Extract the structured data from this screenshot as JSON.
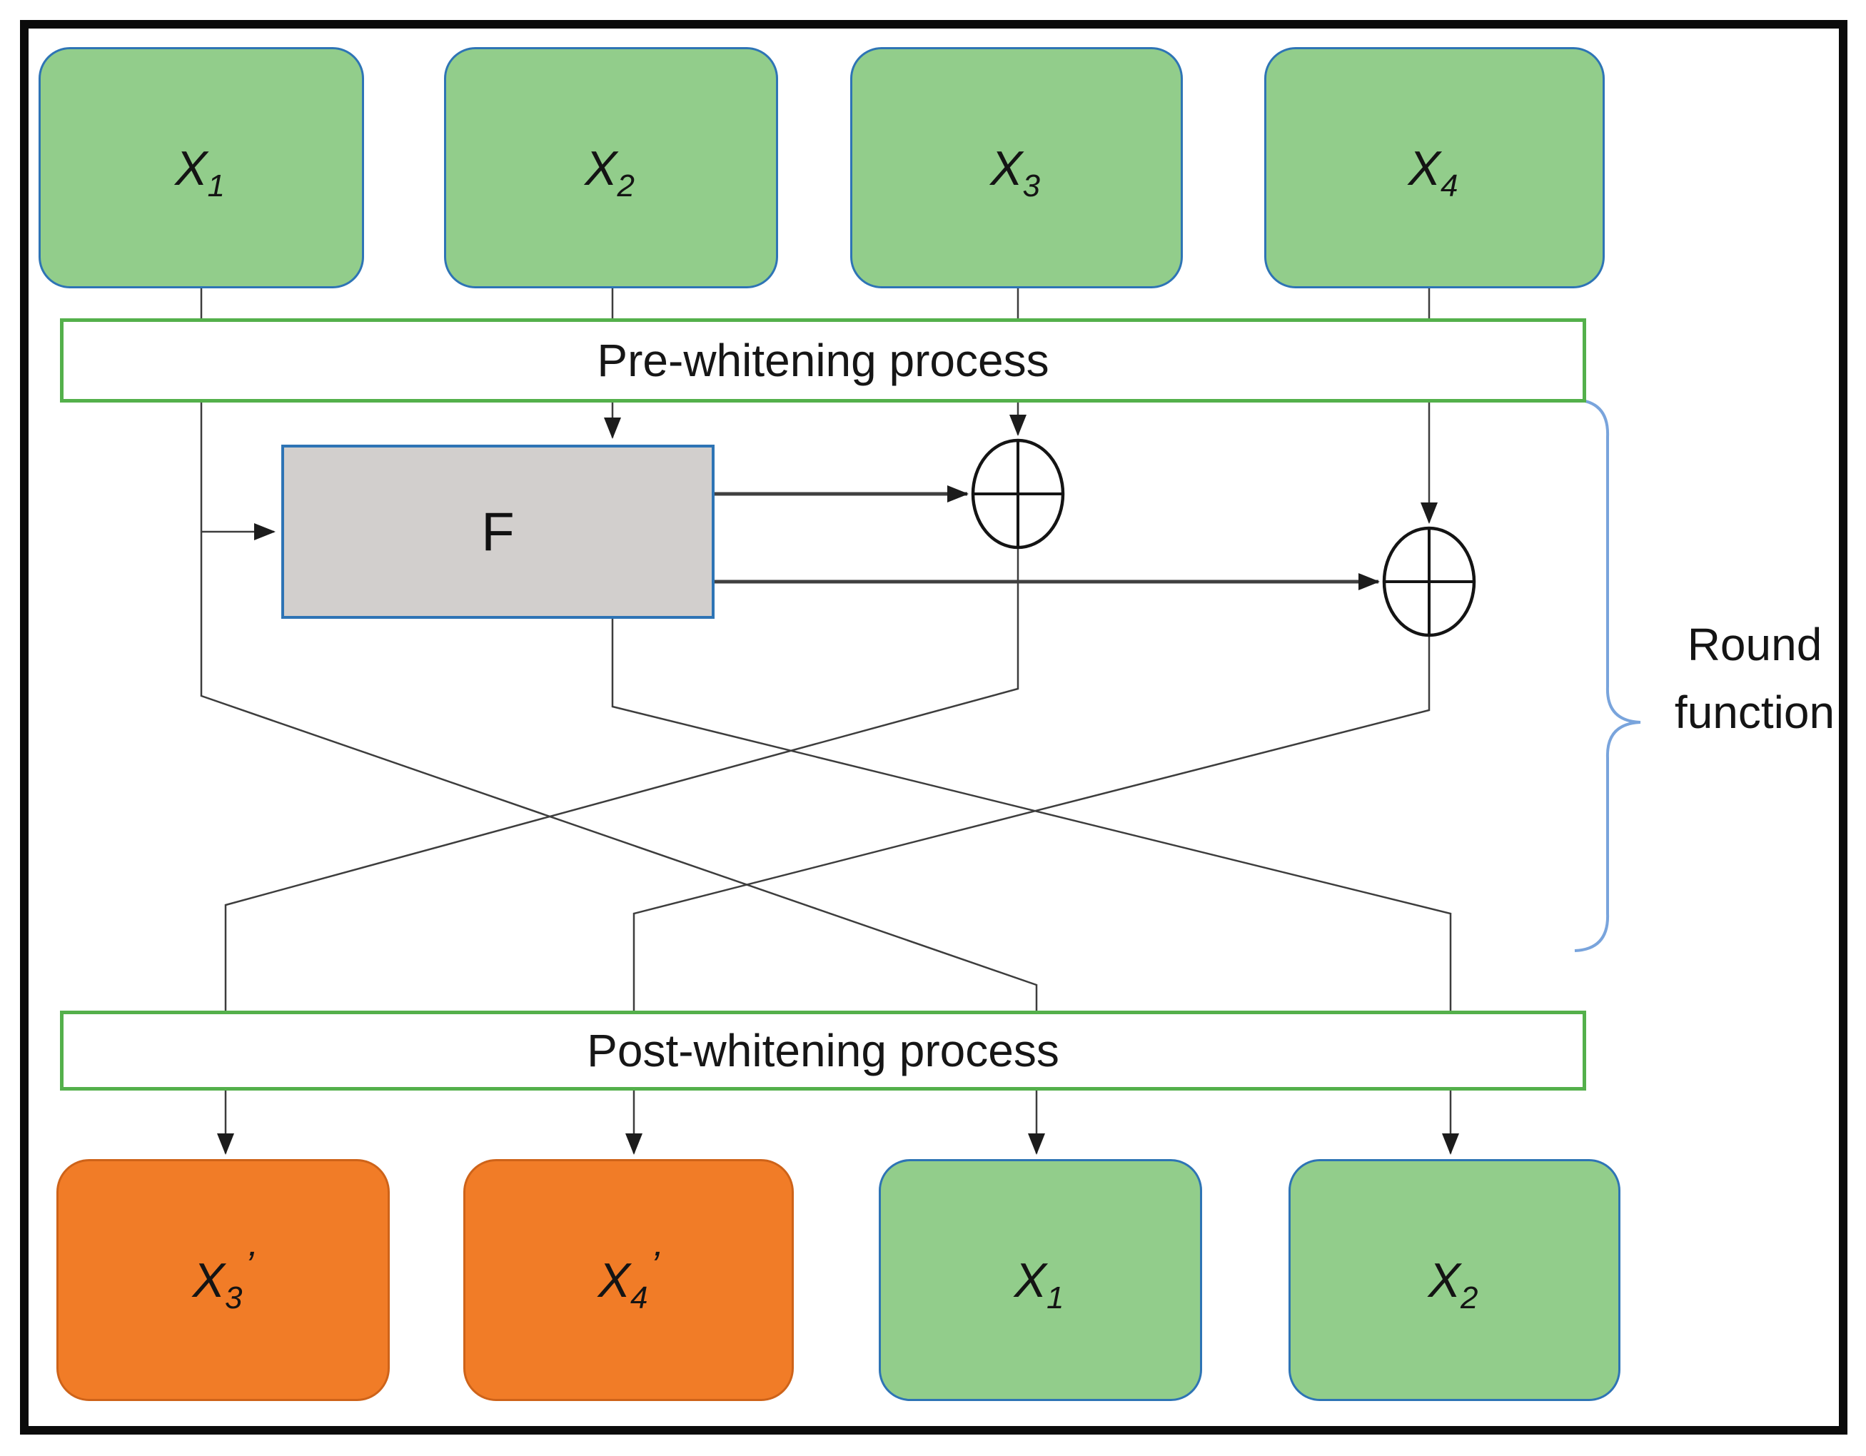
{
  "diagram": {
    "inputs": [
      {
        "base": "X",
        "sub": "1",
        "prime": ""
      },
      {
        "base": "X",
        "sub": "2",
        "prime": ""
      },
      {
        "base": "X",
        "sub": "3",
        "prime": ""
      },
      {
        "base": "X",
        "sub": "4",
        "prime": ""
      }
    ],
    "pre_whitening_label": "Pre-whitening process",
    "f_function_label": "F",
    "round_function_label": {
      "line1": "Round",
      "line2": "function"
    },
    "post_whitening_label": "Post-whitening process",
    "outputs": [
      {
        "base": "X",
        "sub": "3",
        "prime": "’"
      },
      {
        "base": "X",
        "sub": "4",
        "prime": "’"
      },
      {
        "base": "X",
        "sub": "1",
        "prime": ""
      },
      {
        "base": "X",
        "sub": "2",
        "prime": ""
      }
    ]
  },
  "icons": {
    "xor_1": "xor-circle",
    "xor_2": "xor-circle",
    "brace": "right-curly-brace"
  },
  "colors": {
    "input_block_fill": "#92CD8B",
    "block_border_blue": "#2E74B5",
    "output_block_fill": "#F17C27",
    "output_block_border": "#CE6319",
    "whitening_bar_border": "#54B04B",
    "f_block_fill": "#D2CFCD",
    "brace_blue": "#79A4DC",
    "connector": "#3D3D3D",
    "text": "#161616",
    "frame_border": "#0B0B0B"
  }
}
